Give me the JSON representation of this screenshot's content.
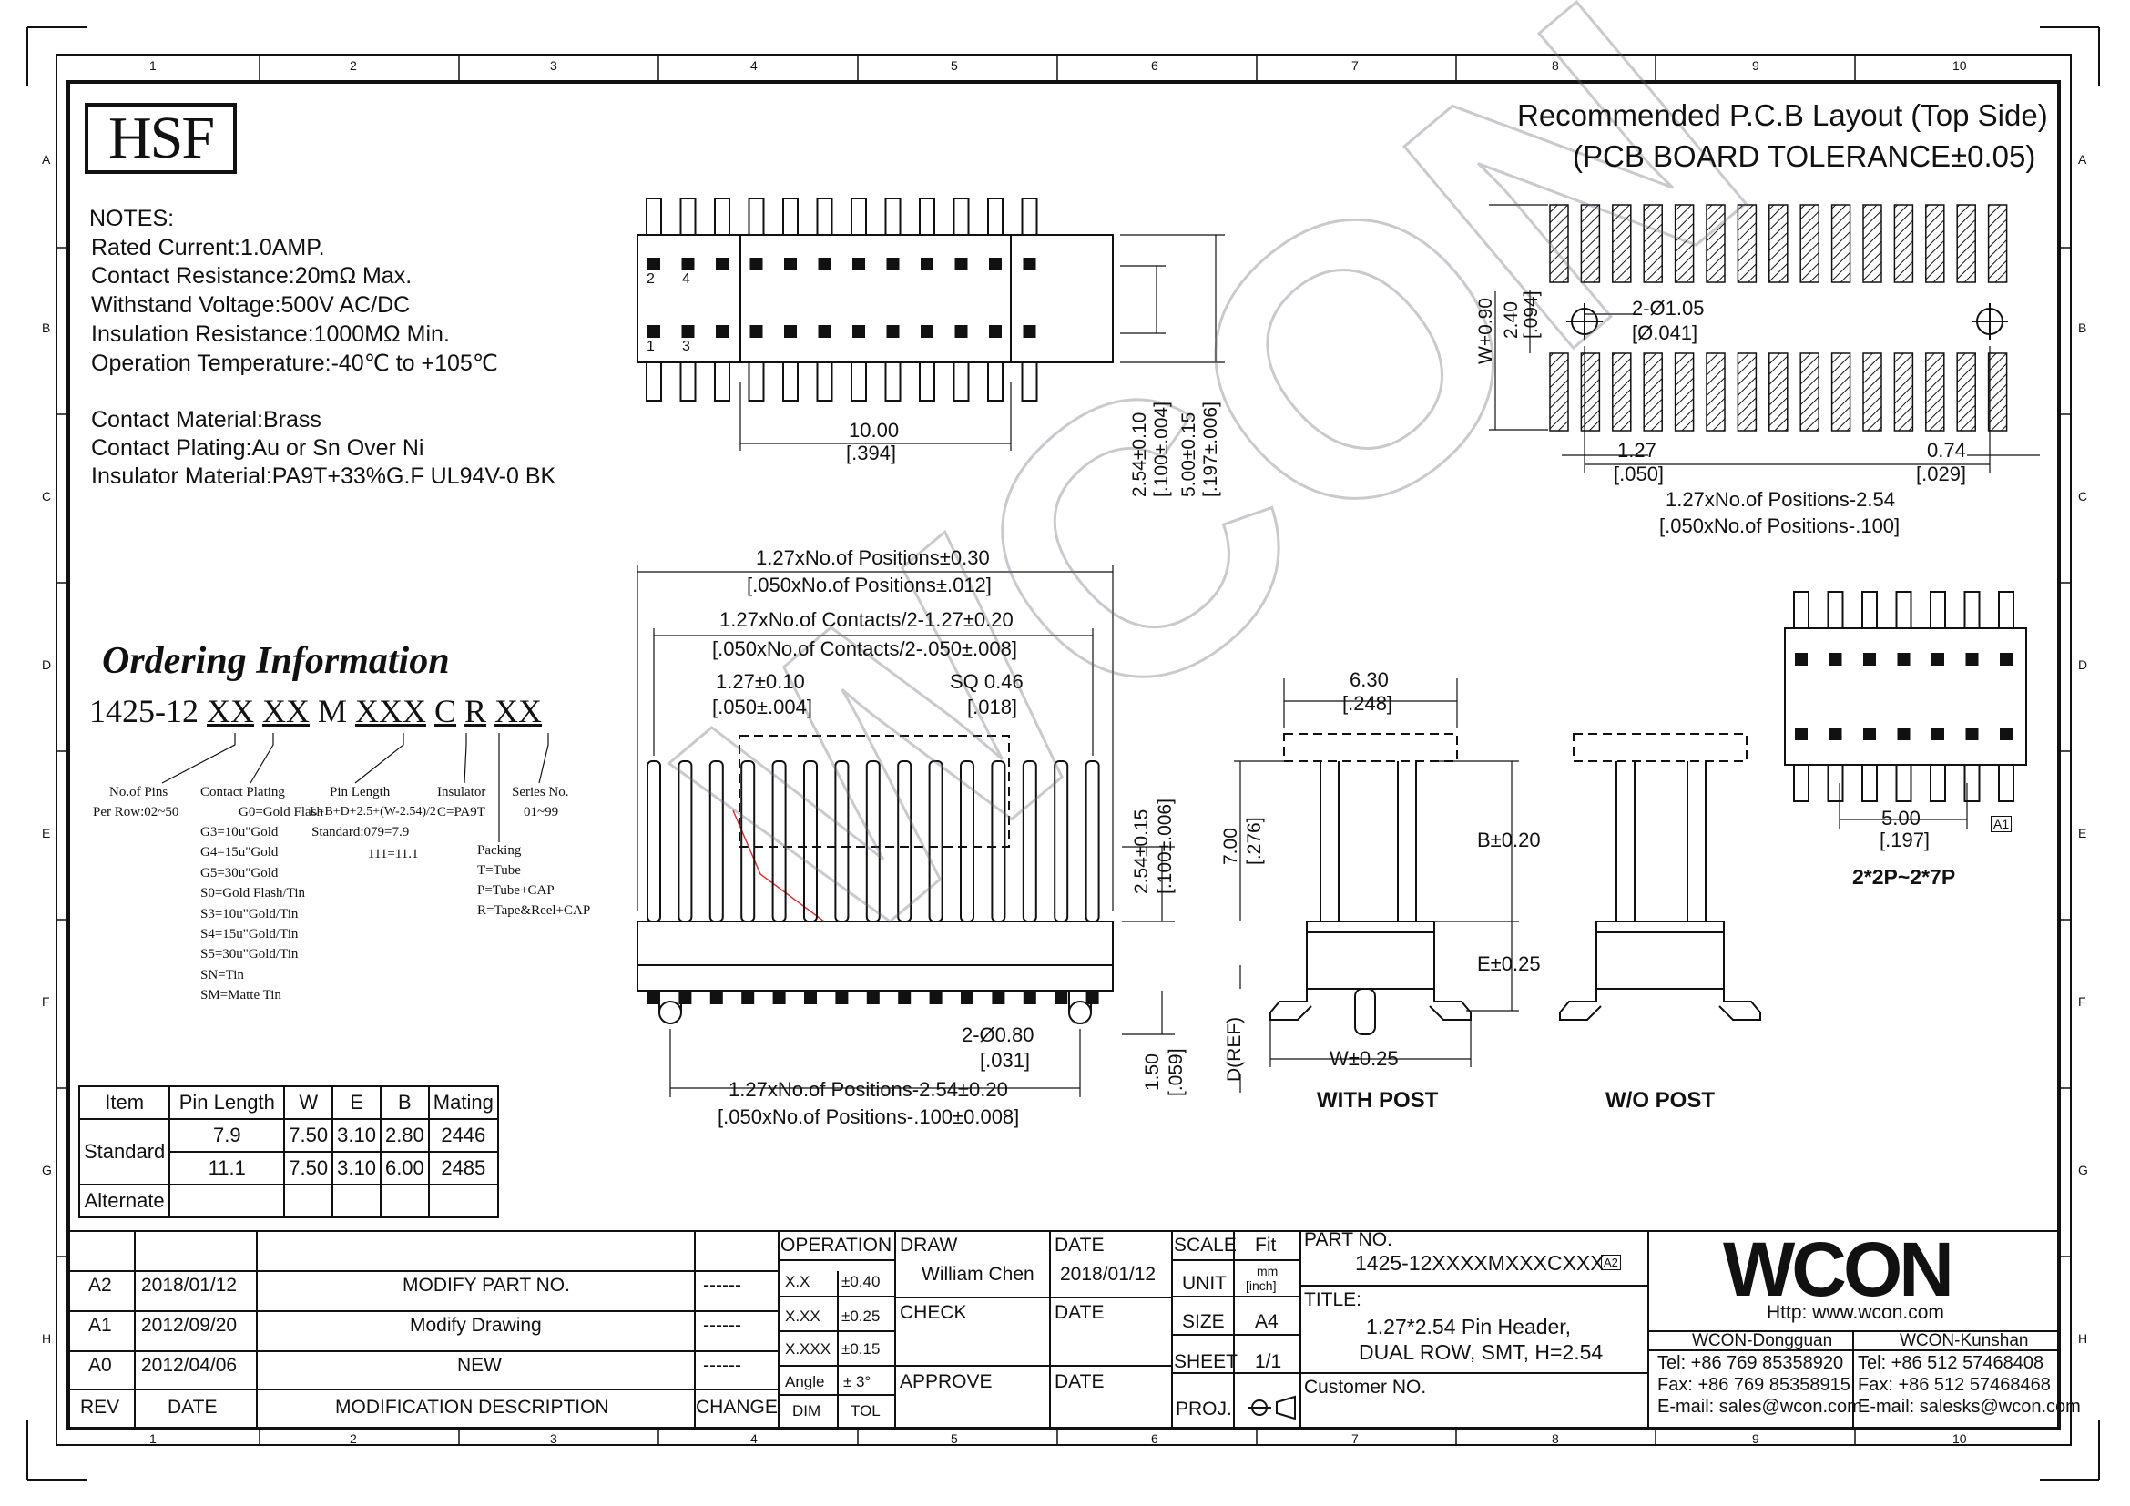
{
  "logo_box": "HSF",
  "grid": {
    "columns": [
      "1",
      "2",
      "3",
      "4",
      "5",
      "6",
      "7",
      "8",
      "9",
      "10"
    ],
    "rows": [
      "A",
      "B",
      "C",
      "D",
      "E",
      "F",
      "G",
      "H"
    ]
  },
  "notes": {
    "title": "NOTES:",
    "lines": [
      "Rated Current:1.0AMP.",
      "Contact Resistance:20mΩ Max.",
      "Withstand Voltage:500V AC/DC",
      "Insulation Resistance:1000MΩ Min.",
      "Operation Temperature:-40℃ to +105℃",
      "Contact Material:Brass",
      "Contact Plating:Au or Sn Over Ni",
      "Insulator Material:PA9T+33%G.F UL94V-0 BK"
    ]
  },
  "ordering": {
    "title": "Ordering Information",
    "code_prefix": "1425-12",
    "code_parts": [
      "XX",
      "XX",
      "M",
      "XXX",
      "C",
      "R",
      "XX"
    ],
    "no_of_pins": {
      "title": "No.of Pins",
      "lines": [
        "Per Row:02~50"
      ]
    },
    "contact_plating": {
      "title": "Contact Plating",
      "lines": [
        "G0=Gold Flash",
        "G3=10u\"Gold",
        "G4=15u\"Gold",
        "G5=30u\"Gold",
        "S0=Gold Flash/Tin",
        "S3=10u\"Gold/Tin",
        "S4=15u\"Gold/Tin",
        "S5=30u\"Gold/Tin",
        "SN=Tin",
        "SM=Matte Tin"
      ]
    },
    "pin_length": {
      "title": "Pin Length",
      "formula": "L=B+D+2.5+(W-2.54)/2",
      "lines": [
        "Standard:079=7.9",
        "111=11.1"
      ]
    },
    "insulator": {
      "title": "Insulator",
      "lines": [
        "C=PA9T"
      ]
    },
    "series": {
      "title": "Series No.",
      "lines": [
        "01~99"
      ]
    },
    "packing": {
      "title": "Packing",
      "lines": [
        "T=Tube",
        "P=Tube+CAP",
        "R=Tape&Reel+CAP"
      ]
    }
  },
  "spec_table": {
    "headers": [
      "Item",
      "Pin Length",
      "W",
      "E",
      "B",
      "Mating"
    ],
    "standard_label": "Standard",
    "rows": [
      [
        "7.9",
        "7.50",
        "3.10",
        "2.80",
        "2446"
      ],
      [
        "11.1",
        "7.50",
        "3.10",
        "6.00",
        "2485"
      ]
    ],
    "alternate_label": "Alternate"
  },
  "pcb_layout": {
    "title1": "Recommended P.C.B Layout (Top Side)",
    "title2": "(PCB BOARD TOLERANCE±0.05)",
    "dims": {
      "w090": "W+0.90",
      "h240": "2.40",
      "h240i": "[.094]",
      "hole": "2-Ø1.05",
      "hole_i": "[Ø.041]",
      "p127": "1.27",
      "p127i": "[.050]",
      "p074": "0.74",
      "p074i": "[.029]",
      "span": "1.27xNo.of Positions-2.54",
      "span_i": "[.050xNo.of Positions-.100]"
    }
  },
  "top_view_dims": {
    "d1000": "10.00",
    "d1000i": "[.394]",
    "d254": "2.54±0.10",
    "d254i": "[.100±.004]",
    "d500": "5.00±0.15",
    "d500i": "[.197±.006]",
    "pin_labels": [
      "2",
      "4",
      "1",
      "3"
    ]
  },
  "front_view_dims": {
    "overall": "1.27xNo.of Positions±0.30",
    "overall_i": "[.050xNo.of Positions±.012]",
    "contacts": "1.27xNo.of Contacts/2-1.27±0.20",
    "contacts_i": "[.050xNo.of Contacts/2-.050±.008]",
    "pitch": "1.27±0.10",
    "pitch_i": "[.050±.004]",
    "sq": "SQ 0.46",
    "sq_i": "[.018]",
    "height": "2.54±0.15",
    "height_i": "[.100±.006]",
    "post": "2-Ø0.80",
    "post_i": "[.031]",
    "post_span": "1.27xNo.of Positions-2.54±0.20",
    "post_span_i": "[.050xNo.of Positions-.100±0.008]",
    "d150": "1.50",
    "d150i": "[.059]"
  },
  "side_view_dims": {
    "d630": "6.30",
    "d630i": "[.248]",
    "d700": "7.00",
    "d700i": "[.276]",
    "b": "B±0.20",
    "e": "E±0.25",
    "w": "W±0.25",
    "dref": "D(REF)",
    "with_post": "WITH POST",
    "wo_post": "W/O POST"
  },
  "small_view": {
    "d500": "5.00",
    "d500i": "[.197]",
    "caption": "2*2P~2*7P",
    "rev_mark": "A1"
  },
  "title_block": {
    "revisions": [
      {
        "rev": "A2",
        "date": "2018/01/12",
        "desc": "MODIFY PART NO.",
        "change": "------"
      },
      {
        "rev": "A1",
        "date": "2012/09/20",
        "desc": "Modify Drawing",
        "change": "------"
      },
      {
        "rev": "A0",
        "date": "2012/04/06",
        "desc": "NEW",
        "change": "------"
      }
    ],
    "rev_header": "REV",
    "date_header": "DATE",
    "desc_header": "MODIFICATION DESCRIPTION",
    "change_header": "CHANGE",
    "operation": "OPERATION",
    "tolerances": [
      [
        "X.X",
        "±0.40"
      ],
      [
        "X.XX",
        "±0.25"
      ],
      [
        "X.XXX",
        "±0.15"
      ],
      [
        "Angle",
        "± 3°"
      ]
    ],
    "dim": "DIM",
    "tol": "TOL",
    "draw_label": "DRAW",
    "drawer": "William Chen",
    "check_label": "CHECK",
    "approve_label": "APPROVE",
    "date_label": "DATE",
    "draw_date": "2018/01/12",
    "scale_label": "SCALE",
    "scale_val": "Fit",
    "unit_label": "UNIT",
    "unit_val": "mm",
    "unit_val2": "[inch]",
    "size_label": "SIZE",
    "size_val": "A4",
    "sheet_label": "SHEET",
    "sheet_val": "1/1",
    "proj_label": "PROJ.",
    "part_no_label": "PART NO.",
    "part_no": "1425-12XXXXMXXXCXXX",
    "part_rev": "A2",
    "title_label": "TITLE:",
    "title_line1": "1.27*2.54 Pin Header,",
    "title_line2": "DUAL ROW, SMT, H=2.54",
    "customer_label": "Customer NO.",
    "company_logo": "WCON",
    "website": "Http: www.wcon.com",
    "dg": {
      "name": "WCON-Dongguan",
      "tel": "Tel: +86 769 85358920",
      "fax": "Fax: +86 769 85358915",
      "email": "E-mail: sales@wcon.com"
    },
    "ks": {
      "name": "WCON-Kunshan",
      "tel": "Tel: +86 512 57468408",
      "fax": "Fax: +86 512 57468468",
      "email": "E-mail: salesks@wcon.com"
    }
  },
  "watermark": "WCON"
}
